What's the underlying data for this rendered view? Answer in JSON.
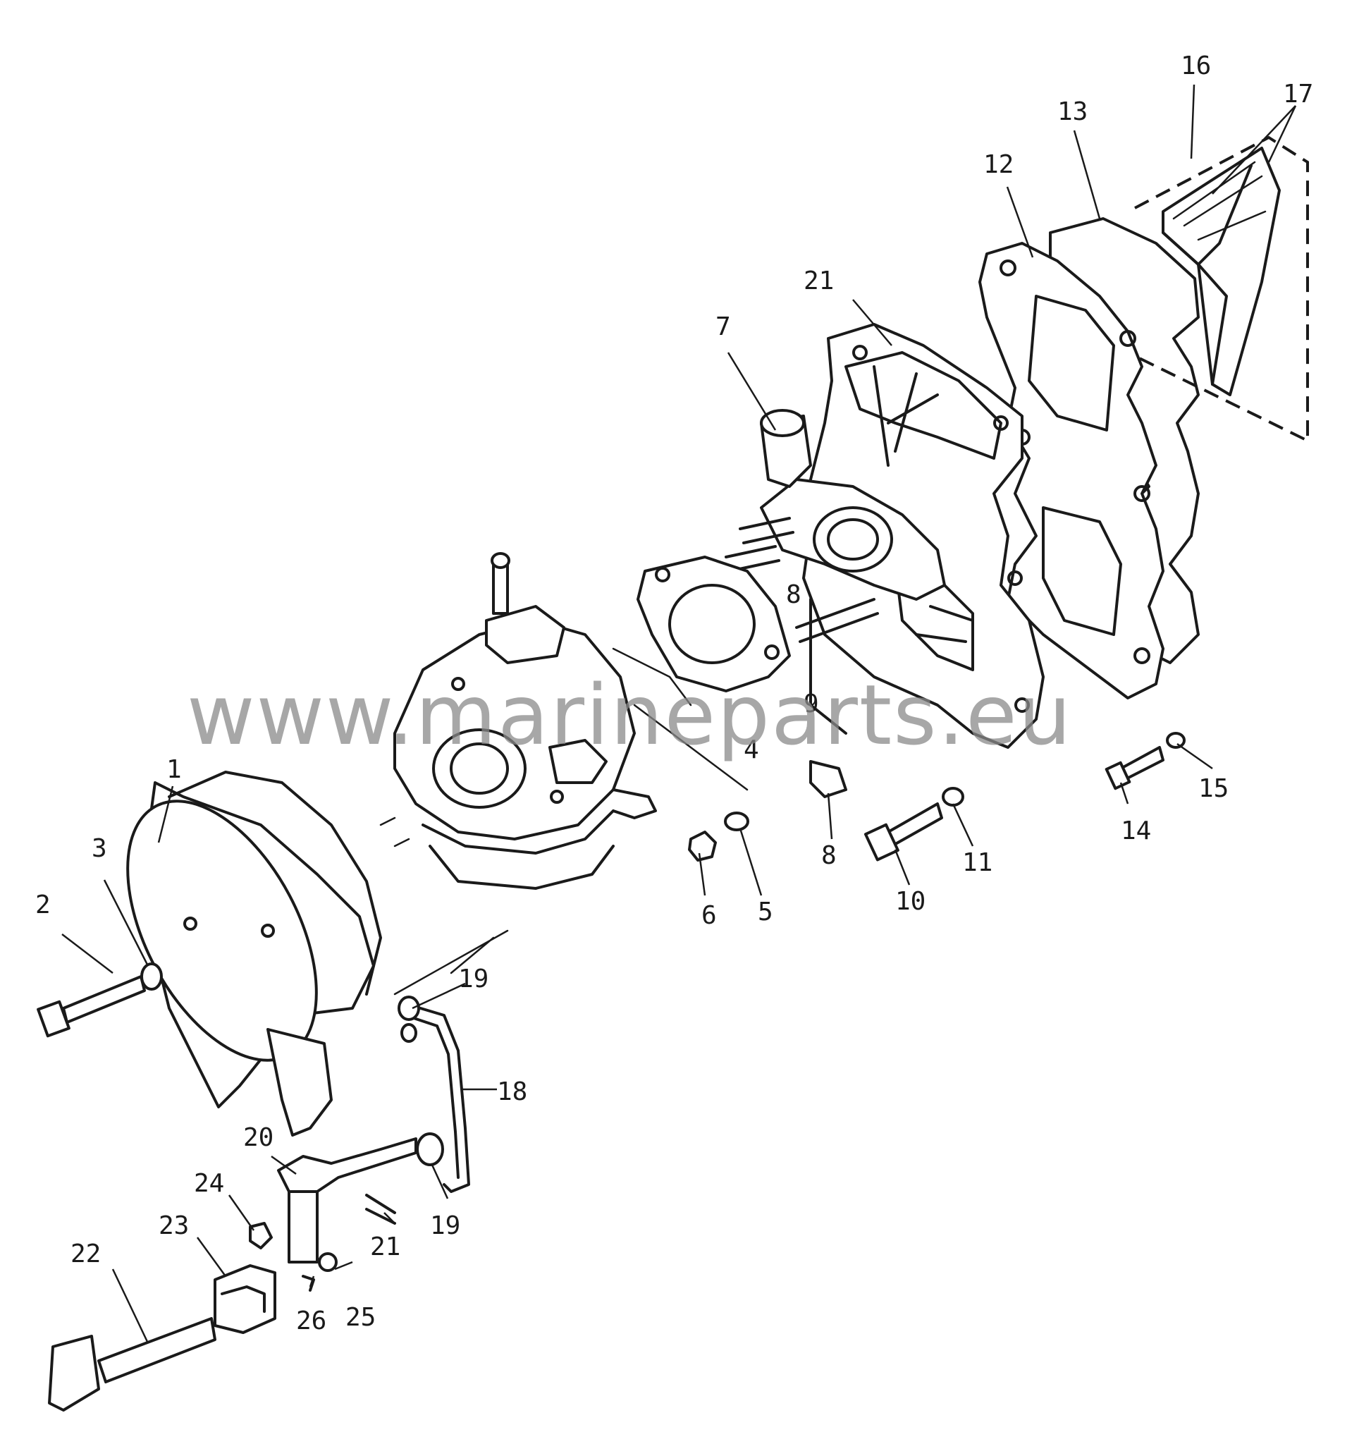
{
  "watermark": "www.marineparts.eu",
  "callouts": {
    "c1": "1",
    "c2": "2",
    "c3": "3",
    "c4": "4",
    "c5": "5",
    "c6": "6",
    "c7": "7",
    "c8a": "8",
    "c8b": "8",
    "c9": "9",
    "c10": "10",
    "c11": "11",
    "c12": "12",
    "c13": "13",
    "c14": "14",
    "c15": "15",
    "c16": "16",
    "c17": "17",
    "c18": "18",
    "c19a": "19",
    "c19b": "19",
    "c20": "20",
    "c21a": "21",
    "c21b": "21",
    "c22": "22",
    "c23": "23",
    "c24": "24",
    "c25": "25",
    "c26": "26"
  }
}
